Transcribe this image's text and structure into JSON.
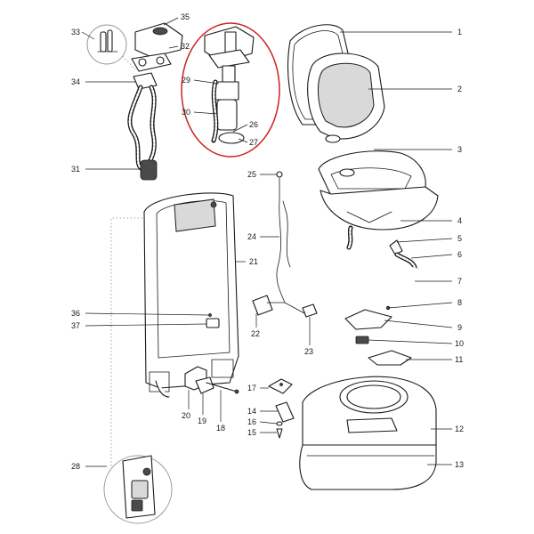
{
  "highlight_color": "#cc2222",
  "callouts": [
    {
      "id": "1",
      "label": "1"
    },
    {
      "id": "2",
      "label": "2"
    },
    {
      "id": "3",
      "label": "3"
    },
    {
      "id": "4",
      "label": "4"
    },
    {
      "id": "5",
      "label": "5"
    },
    {
      "id": "6",
      "label": "6"
    },
    {
      "id": "7",
      "label": "7"
    },
    {
      "id": "8",
      "label": "8"
    },
    {
      "id": "9",
      "label": "9"
    },
    {
      "id": "10",
      "label": "10"
    },
    {
      "id": "11",
      "label": "11"
    },
    {
      "id": "12",
      "label": "12"
    },
    {
      "id": "13",
      "label": "13"
    },
    {
      "id": "14",
      "label": "14"
    },
    {
      "id": "15",
      "label": "15"
    },
    {
      "id": "16",
      "label": "16"
    },
    {
      "id": "17",
      "label": "17"
    },
    {
      "id": "18",
      "label": "18"
    },
    {
      "id": "19",
      "label": "19"
    },
    {
      "id": "20",
      "label": "20"
    },
    {
      "id": "21",
      "label": "21"
    },
    {
      "id": "22",
      "label": "22"
    },
    {
      "id": "23",
      "label": "23"
    },
    {
      "id": "24",
      "label": "24"
    },
    {
      "id": "25",
      "label": "25"
    },
    {
      "id": "26",
      "label": "26"
    },
    {
      "id": "27",
      "label": "27"
    },
    {
      "id": "28",
      "label": "28"
    },
    {
      "id": "29",
      "label": "29"
    },
    {
      "id": "30",
      "label": "30"
    },
    {
      "id": "31",
      "label": "31"
    },
    {
      "id": "32",
      "label": "32"
    },
    {
      "id": "33",
      "label": "33"
    },
    {
      "id": "34",
      "label": "34"
    },
    {
      "id": "35",
      "label": "35"
    },
    {
      "id": "36",
      "label": "36"
    },
    {
      "id": "37",
      "label": "37"
    }
  ]
}
